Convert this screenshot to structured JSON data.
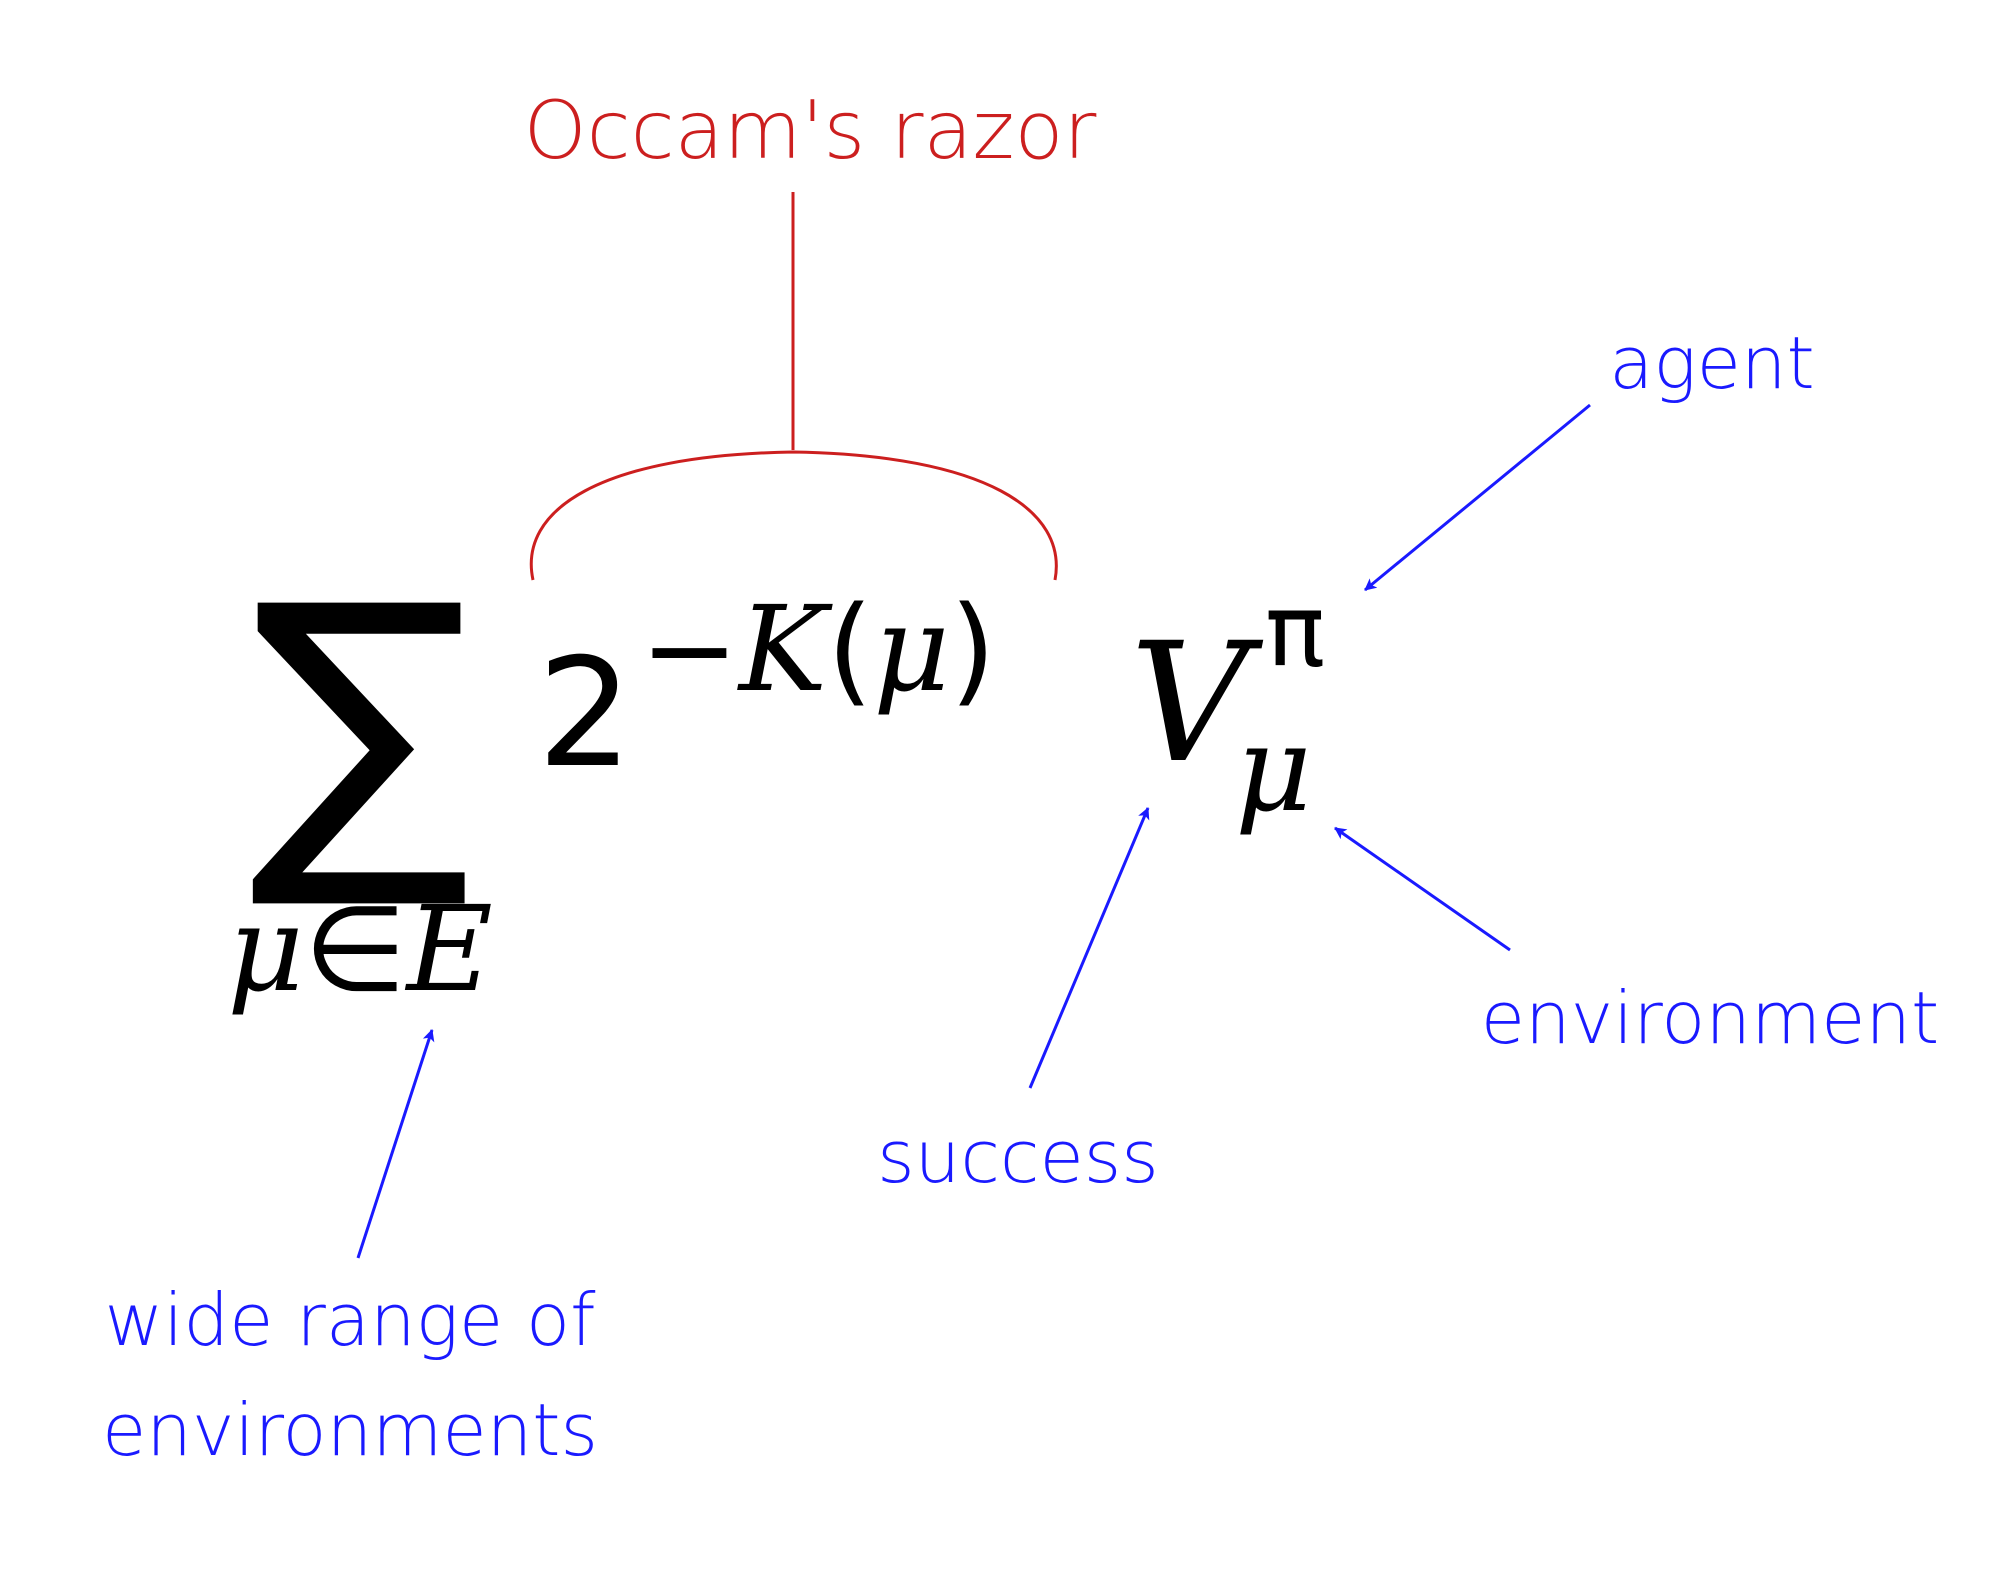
{
  "labels": {
    "occam": "Occam's razor",
    "agent": "agent",
    "environment": "environment",
    "success": "success",
    "wide_line1": "wide range of",
    "wide_line2": "environments"
  },
  "formula": {
    "sum": "∑",
    "sum_index_var": "μ",
    "sum_index_rel": "∈",
    "sum_index_set": "E",
    "base": "2",
    "exp_minus": "−",
    "exp_func": "K",
    "exp_lparen": "(",
    "exp_arg": "μ",
    "exp_rparen": ")",
    "value": "V",
    "value_sup": "π",
    "value_sub": "μ"
  },
  "colors": {
    "annotation_red": "#cc1f1f",
    "annotation_blue": "#1a1aff",
    "formula_black": "#000000"
  }
}
